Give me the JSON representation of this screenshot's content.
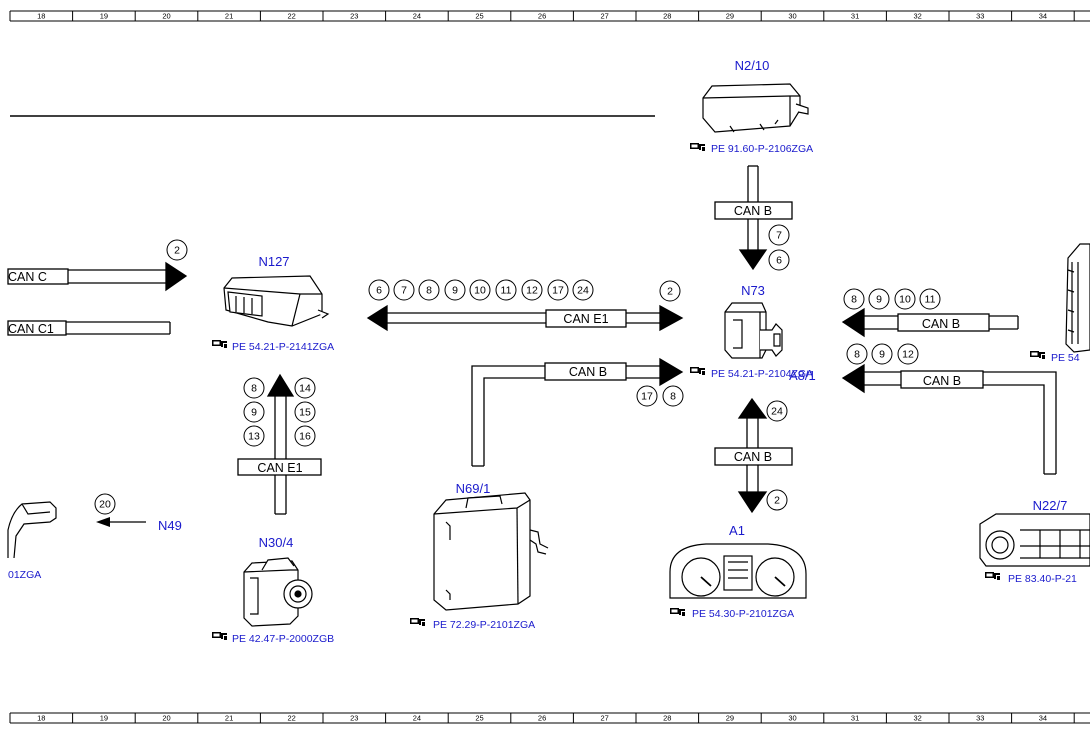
{
  "grid": {
    "columns": [
      "18",
      "19",
      "20",
      "21",
      "22",
      "23",
      "24",
      "25",
      "26",
      "27",
      "28",
      "29",
      "30",
      "31",
      "32",
      "33",
      "34"
    ]
  },
  "components": [
    {
      "id": "n2_10",
      "label": "N2/10",
      "ref": "PE 91.60-P-2106ZGA"
    },
    {
      "id": "n127",
      "label": "N127",
      "ref": "PE 54.21-P-2141ZGA"
    },
    {
      "id": "n73",
      "label": "N73",
      "sublabel": "A8/1",
      "ref": "PE 54.21-P-2104ZGA"
    },
    {
      "id": "n69_1",
      "label": "N69/1",
      "ref": "PE 72.29-P-2101ZGA"
    },
    {
      "id": "n30_4",
      "label": "N30/4",
      "ref": "PE 42.47-P-2000ZGB"
    },
    {
      "id": "a1",
      "label": "A1",
      "ref": "PE 54.30-P-2101ZGA"
    },
    {
      "id": "n22_7",
      "label": "N22/7",
      "ref": "PE 83.40-P-21"
    },
    {
      "id": "n49",
      "label": "N49"
    },
    {
      "id": "left_cut",
      "ref": "01ZGA"
    },
    {
      "id": "right_cut",
      "ref": "PE 54"
    }
  ],
  "buses": {
    "can_c": "CAN C",
    "can_c1": "CAN C1",
    "can_e1_top": "CAN E1",
    "can_e1_bottom": "CAN E1",
    "can_b_n2": "CAN B",
    "can_b_n69": "CAN B",
    "can_b_a1": "CAN B",
    "can_b_right1": "CAN B",
    "can_b_right2": "CAN B"
  },
  "circles": {
    "can_c": [
      "2"
    ],
    "n127_top": [
      "6",
      "7",
      "8",
      "9",
      "10",
      "11",
      "12",
      "17",
      "24"
    ],
    "can_e1_right": [
      "2"
    ],
    "n2_down": [
      "7",
      "6"
    ],
    "n30_left": [
      "8",
      "9",
      "13"
    ],
    "n30_right": [
      "14",
      "15",
      "16"
    ],
    "n69_right": [
      "17",
      "8"
    ],
    "a1_up": [
      "24"
    ],
    "a1_down": [
      "2"
    ],
    "right1": [
      "8",
      "9",
      "10",
      "11"
    ],
    "right2": [
      "8",
      "9",
      "12"
    ],
    "n49": [
      "20"
    ]
  },
  "colors": {
    "label": "#1a1acc",
    "line": "#000000"
  }
}
